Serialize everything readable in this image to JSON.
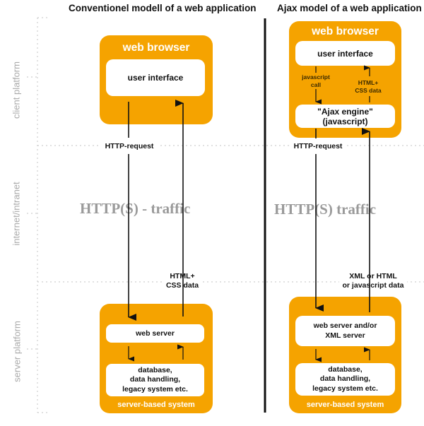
{
  "titles": {
    "conventional": "Conventionel modell of a web application",
    "ajax": "Ajax model of a web application"
  },
  "zones": {
    "client": "client platform",
    "internet": "internet/intranet",
    "server": "server platform"
  },
  "conventional": {
    "browser_title": "web browser",
    "user_interface": "user interface",
    "http_request": "HTTP-request",
    "traffic": "HTTP(S) - traffic",
    "response": [
      "HTML+",
      "CSS data"
    ],
    "web_server": "web server",
    "database": [
      "database,",
      "data handling,",
      "legacy system etc."
    ],
    "server_system": "server-based system"
  },
  "ajax": {
    "browser_title": "web browser",
    "user_interface": "user interface",
    "js_call": [
      "javascript",
      "call"
    ],
    "html_css": [
      "HTML+",
      "CSS data"
    ],
    "engine": [
      "\"Ajax engine\"",
      "(javascript)"
    ],
    "http_request": "HTTP-request",
    "traffic": "HTTP(S) traffic",
    "response": [
      "XML or HTML",
      "or javascript data"
    ],
    "web_server": [
      "web server and/or",
      "XML server"
    ],
    "database": [
      "database,",
      "data handling,",
      "legacy system etc."
    ],
    "server_system": "server-based system"
  },
  "colors": {
    "box_orange": "#f5a300",
    "traffic_gray": "#9a9a9a",
    "zone_label_gray": "#aaaaaa"
  }
}
